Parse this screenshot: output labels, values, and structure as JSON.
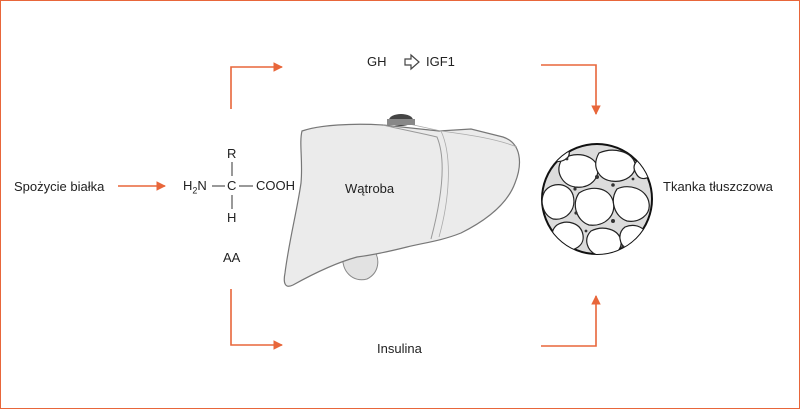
{
  "diagram": {
    "intake_label": "Spożycie białka",
    "gh_label": "GH",
    "igf_label": "IGF1",
    "liver_label": "Wątroba",
    "tissue_label": "Tkanka tłuszczowa",
    "insulin_label": "Insulina",
    "aa_label": "AA",
    "amino_acid": {
      "r_group": "R",
      "amine_group": "N",
      "amine_prefix": "H",
      "amine_subscript": "2",
      "alpha_carbon": "C",
      "carboxyl_group": "COOH",
      "hydrogen": "H"
    }
  },
  "colors": {
    "arrow": "#e8663a",
    "border": "#e8663a",
    "liver_fill": "#ebebeb",
    "liver_stroke": "#777777",
    "text": "#222222"
  }
}
